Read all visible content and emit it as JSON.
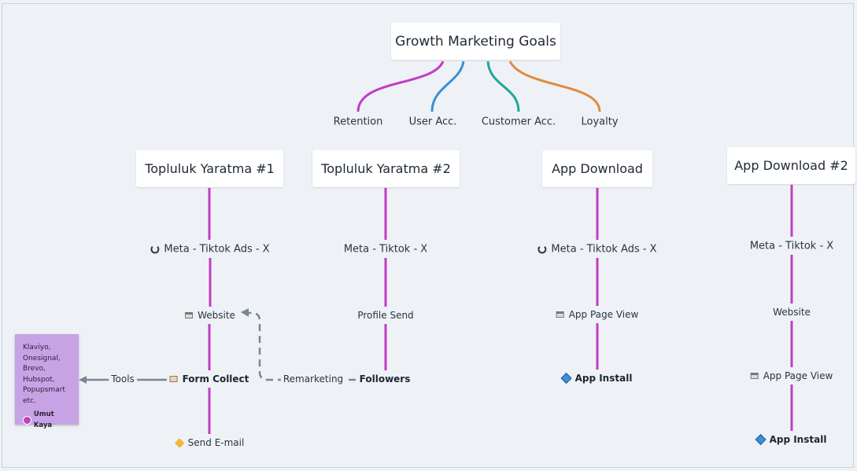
{
  "root": {
    "title": "Growth Marketing Goals"
  },
  "goals": [
    {
      "label": "Retention",
      "color": "#c03dc6"
    },
    {
      "label": "User Acc.",
      "color": "#3a8fd6"
    },
    {
      "label": "Customer Acc.",
      "color": "#1fa89a"
    },
    {
      "label": "Loyalty",
      "color": "#e3893a"
    }
  ],
  "branches": [
    {
      "title": "Topluluk Yaratma #1",
      "steps": [
        {
          "label": "Meta - Tiktok Ads - X",
          "icon": "refresh-icon"
        },
        {
          "label": "Website",
          "icon": "browser-window-icon"
        },
        {
          "label": "Form Collect",
          "icon": "envelope-icon"
        },
        {
          "label": "Send E-mail",
          "icon": "tag-icon"
        }
      ]
    },
    {
      "title": "Topluluk Yaratma #2",
      "steps": [
        {
          "label": "Meta - Tiktok - X"
        },
        {
          "label": "Profile Send"
        },
        {
          "label": "Followers"
        }
      ]
    },
    {
      "title": "App Download",
      "steps": [
        {
          "label": "Meta - Tiktok Ads - X",
          "icon": "refresh-icon"
        },
        {
          "label": "App Page View",
          "icon": "browser-window-icon"
        },
        {
          "label": "App Install",
          "icon": "cube-icon"
        }
      ]
    },
    {
      "title": "App Download #2",
      "steps": [
        {
          "label": "Meta - Tiktok - X"
        },
        {
          "label": "Website"
        },
        {
          "label": "App Page View",
          "icon": "browser-window-icon"
        },
        {
          "label": "App Install",
          "icon": "cube-icon"
        }
      ]
    }
  ],
  "connectors": {
    "remarketing": "Remarketing",
    "tools": "Tools"
  },
  "sticky_note": {
    "lines": [
      "Klaviyo,",
      "Onesignal,",
      "Brevo,",
      "Hubspot,",
      "Popupsmart",
      "etc."
    ],
    "author": "Umut Kaya",
    "color": "#c7a3e6"
  },
  "colors": {
    "branch_line": "#c03dc6",
    "dashed_line": "#7c8594",
    "background": "#eef2f6"
  }
}
